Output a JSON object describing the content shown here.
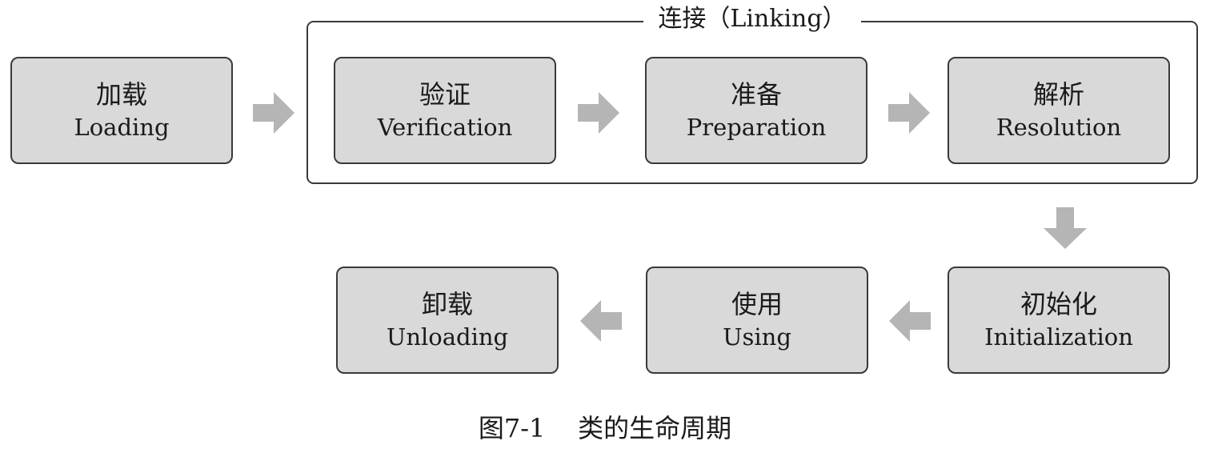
{
  "group": {
    "label": "连接（Linking）"
  },
  "stages": {
    "loading": {
      "zh": "加载",
      "en": "Loading"
    },
    "verification": {
      "zh": "验证",
      "en": "Verification"
    },
    "preparation": {
      "zh": "准备",
      "en": "Preparation"
    },
    "resolution": {
      "zh": "解析",
      "en": "Resolution"
    },
    "initialization": {
      "zh": "初始化",
      "en": "Initialization"
    },
    "using": {
      "zh": "使用",
      "en": "Using"
    },
    "unloading": {
      "zh": "卸载",
      "en": "Unloading"
    }
  },
  "arrows": [
    {
      "from": "加载",
      "to": "验证"
    },
    {
      "from": "验证",
      "to": "准备"
    },
    {
      "from": "准备",
      "to": "解析"
    },
    {
      "from": "解析",
      "to": "初始化"
    },
    {
      "from": "初始化",
      "to": "使用"
    },
    {
      "from": "使用",
      "to": "卸载"
    }
  ],
  "colors": {
    "box_fill": "#d9d9d9",
    "box_border": "#3a3a3a",
    "arrow_fill": "#b5b5b5"
  },
  "caption": "图7-1    类的生命周期"
}
